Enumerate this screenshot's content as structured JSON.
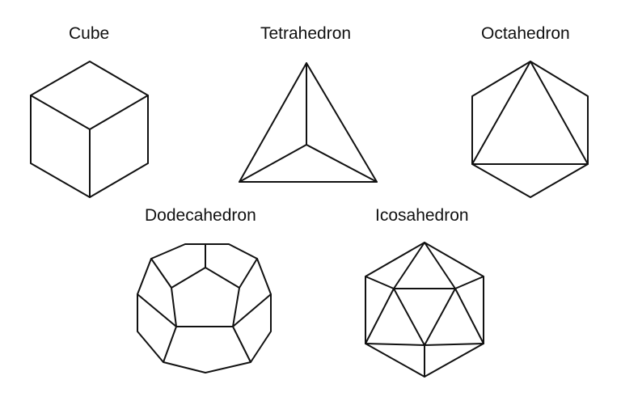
{
  "solids": {
    "cube": {
      "label": "Cube"
    },
    "tetrahedron": {
      "label": "Tetrahedron"
    },
    "octahedron": {
      "label": "Octahedron"
    },
    "dodecahedron": {
      "label": "Dodecahedron"
    },
    "icosahedron": {
      "label": "Icosahedron"
    }
  },
  "colors": {
    "stroke": "#111111",
    "background": "#ffffff"
  }
}
